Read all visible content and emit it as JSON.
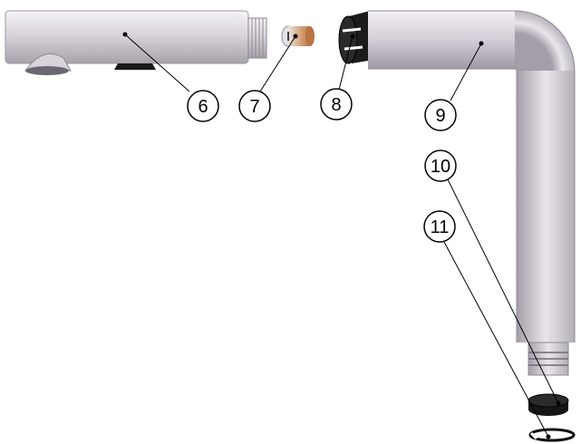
{
  "colors": {
    "background": "#ffffff",
    "metal_light": "#f2f0f3",
    "metal_mid": "#cfc9d2",
    "metal_dark": "#8e8a92",
    "black_part": "#111111",
    "cartridge": "#c98a55",
    "line": "#000000"
  },
  "parts": [
    {
      "key": "spout_body",
      "label": "6",
      "icon": "spout-body"
    },
    {
      "key": "cartridge",
      "label": "7",
      "icon": "cartridge-insert"
    },
    {
      "key": "adapter",
      "label": "8",
      "icon": "black-adapter-ring"
    },
    {
      "key": "elbow_pipe",
      "label": "9",
      "icon": "curved-pipe"
    },
    {
      "key": "nut",
      "label": "10",
      "icon": "black-nut"
    },
    {
      "key": "ring",
      "label": "11",
      "icon": "split-ring"
    }
  ]
}
